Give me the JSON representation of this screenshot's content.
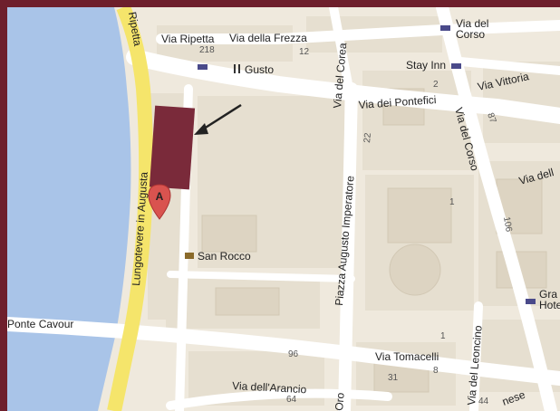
{
  "colors": {
    "frame": "#6e1f2c",
    "river": "#a9c4e8",
    "road_major": "#f5e56b",
    "road": "#ffffff",
    "block": "#e6dfd0",
    "building": "#ddd4c2",
    "highlight": "#7a2a3a",
    "pin": "#d9534f"
  },
  "pin": {
    "letter": "A"
  },
  "streets": {
    "ripetta": "Ripetta",
    "via_ripetta": "Via Ripetta",
    "via_della_frezza": "Via della Frezza",
    "via_del_corso_top": "Via del",
    "via_del_corso_top2": "Corso",
    "via_vittoria": "Via Vittoria",
    "via_dei_pontefici": "Via dei Pontefici",
    "via_del_corea": "Via del Corea",
    "via_del_corso": "Via del Corso",
    "via_dell_right": "Via dell",
    "lungotevere": "Lungotevere in Augusta",
    "piazza_augusto": "Piazza Augusto Imperatore",
    "ponte_cavour": "Ponte Cavour",
    "via_tomacelli": "Via Tomacelli",
    "via_del_leoncino": "Via del Leoncino",
    "via_dell_arancio": "Via dell'Arancio",
    "oro": "Oro",
    "nese": "nese"
  },
  "pois": {
    "gusto": "Gusto",
    "stay_inn": "Stay Inn",
    "san_rocco": "San Rocco",
    "grand_hotel_1": "Gra",
    "grand_hotel_2": "Hote"
  },
  "numbers": {
    "n218": "218",
    "n12": "12",
    "n2": "2",
    "n22": "22",
    "n87": "87",
    "n106": "106",
    "n1a": "1",
    "n1b": "1",
    "n96": "96",
    "n31": "31",
    "n8": "8",
    "n64": "64",
    "n44": "44"
  },
  "icons": [
    "hotel-icon",
    "restaurant-icon",
    "church-icon",
    "map-pin-icon",
    "arrow-icon"
  ]
}
